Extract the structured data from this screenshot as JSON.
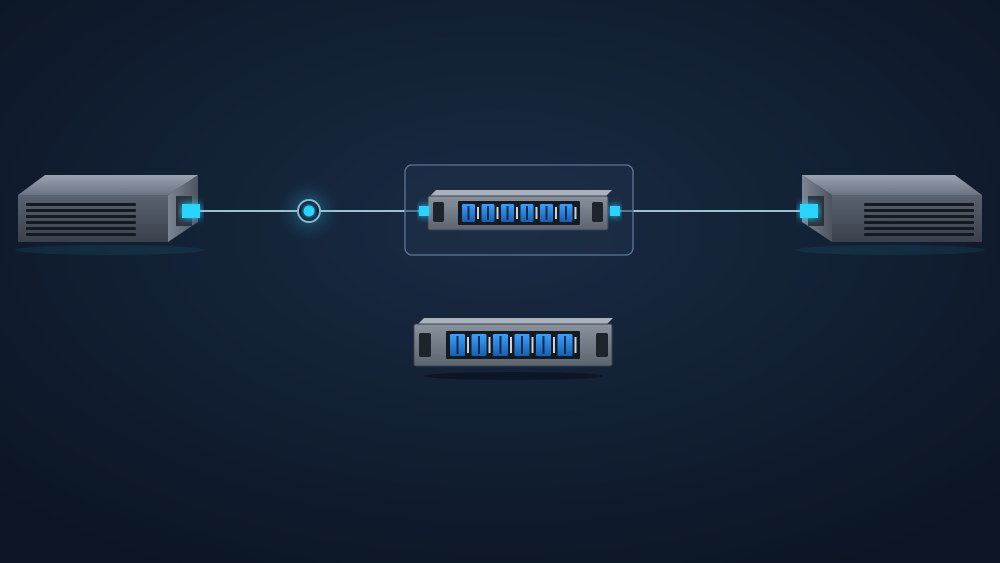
{
  "scene": {
    "background_color": "#0e1a2c",
    "background_highlight": "#1a2b44",
    "glow_color": "#2ad4ff",
    "link_core_color": "#c9f6ff",
    "device_body_color": "#5f6876",
    "device_top_color": "#8a93a0",
    "port_color": "#1f7fd0",
    "panel_border_color": "#4b6a86"
  },
  "devices": [
    {
      "id": "left-transceiver",
      "icon": "media-converter-icon"
    },
    {
      "id": "right-transceiver",
      "icon": "media-converter-icon"
    }
  ],
  "patch_panels": [
    {
      "id": "inline-patch-panel",
      "icon": "patch-panel-icon",
      "port_count": 6,
      "highlighted": true
    },
    {
      "id": "spare-patch-panel",
      "icon": "patch-panel-icon",
      "port_count": 6,
      "highlighted": false
    }
  ],
  "junction": {
    "icon": "splice-node-icon"
  }
}
